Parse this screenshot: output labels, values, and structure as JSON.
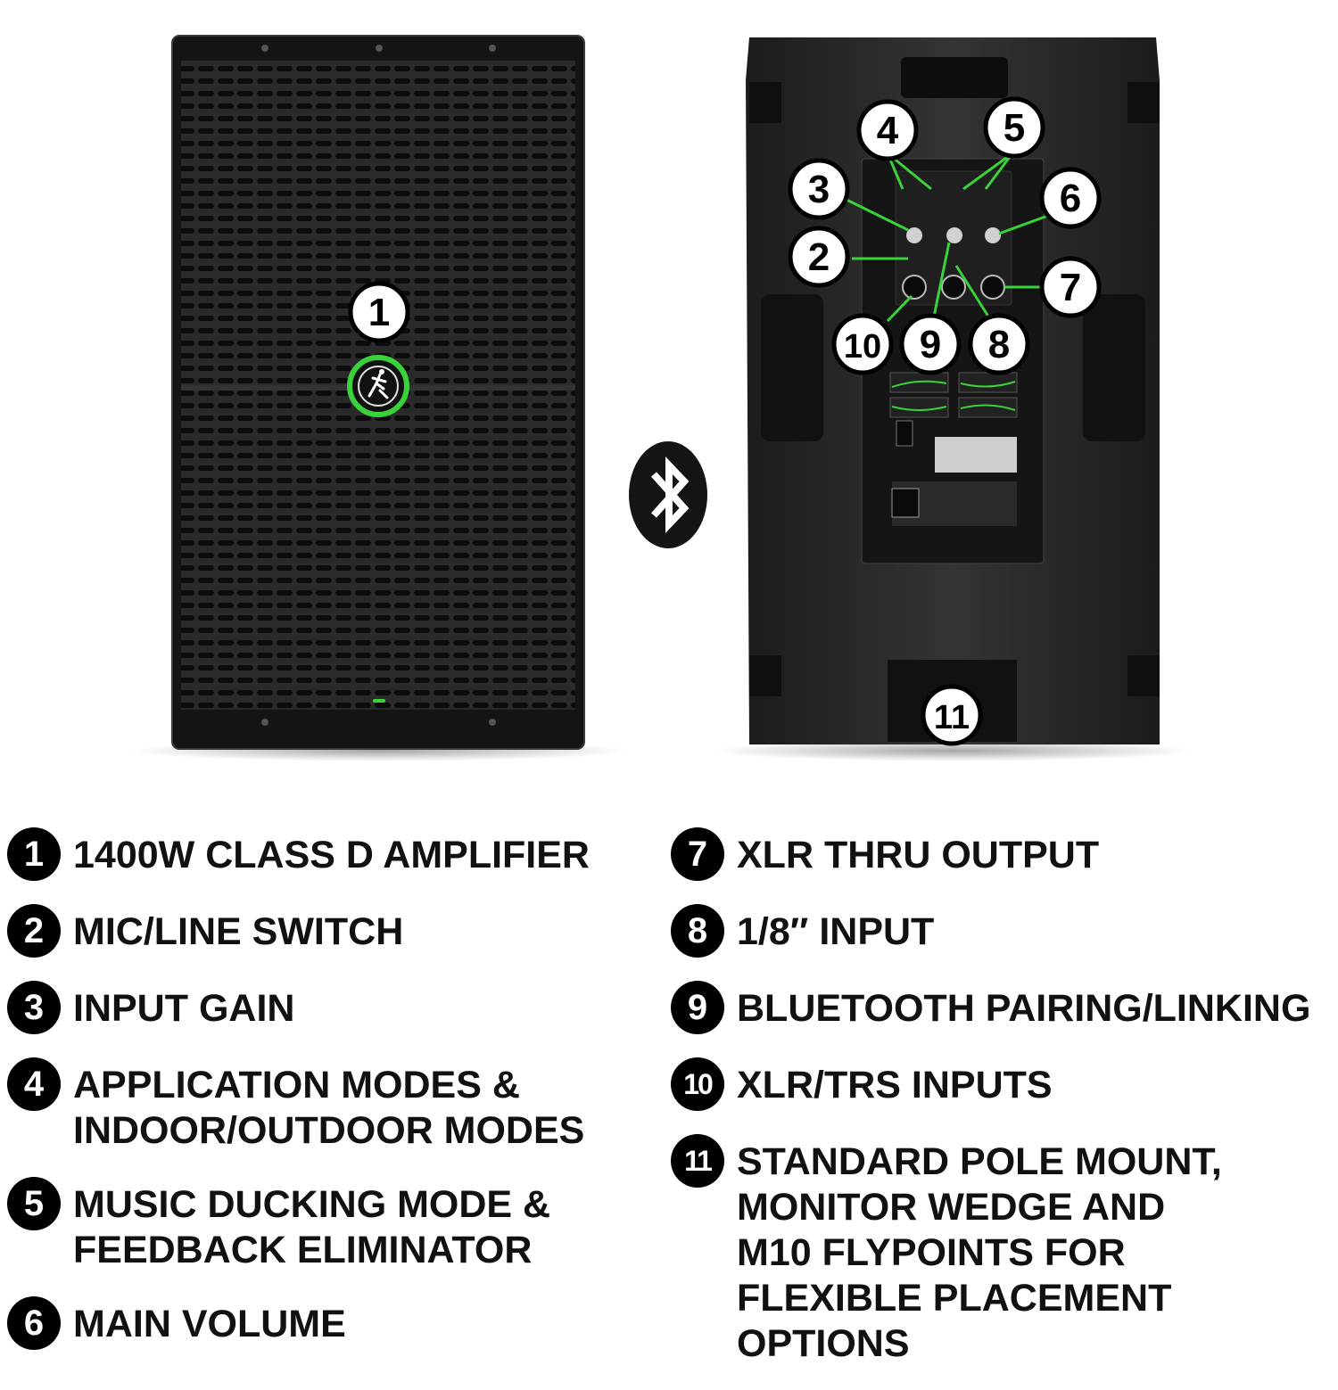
{
  "front_callout": "1",
  "rear_callouts": [
    "4",
    "5",
    "3",
    "6",
    "2",
    "7",
    "10",
    "9",
    "8",
    "11"
  ],
  "bluetooth_icon": "bluetooth-icon",
  "accent_color": "#3ad23a",
  "legend": {
    "left": [
      {
        "num": "1",
        "text": "1400W CLASS D AMPLIFIER"
      },
      {
        "num": "2",
        "text": "MIC/LINE SWITCH"
      },
      {
        "num": "3",
        "text": "INPUT GAIN"
      },
      {
        "num": "4",
        "text": "APPLICATION MODES &\nINDOOR/OUTDOOR MODES"
      },
      {
        "num": "5",
        "text": "MUSIC DUCKING MODE &\nFEEDBACK ELIMINATOR"
      },
      {
        "num": "6",
        "text": "MAIN VOLUME"
      }
    ],
    "right": [
      {
        "num": "7",
        "text": "XLR THRU OUTPUT"
      },
      {
        "num": "8",
        "text": "1/8″ INPUT"
      },
      {
        "num": "9",
        "text": "BLUETOOTH PAIRING/LINKING"
      },
      {
        "num": "10",
        "text": "XLR/TRS INPUTS"
      },
      {
        "num": "11",
        "text": "STANDARD POLE MOUNT,\nMONITOR WEDGE AND\nM10 FLYPOINTS FOR\nFLEXIBLE PLACEMENT\nOPTIONS"
      }
    ]
  }
}
